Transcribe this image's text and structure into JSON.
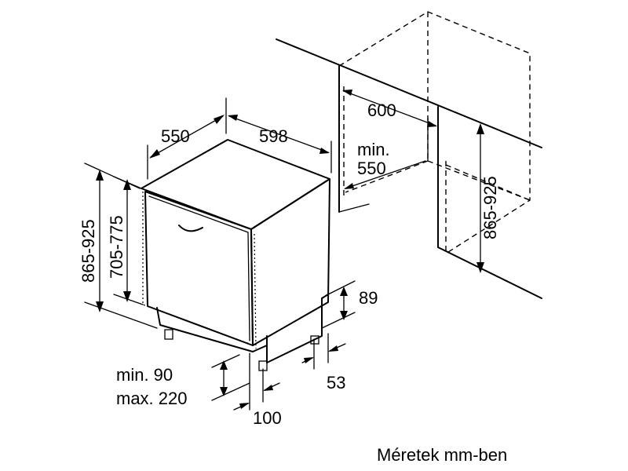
{
  "dimensions": {
    "width_box": "550",
    "depth_box": "598",
    "niche_width": "600",
    "niche_depth_min_line1": "min.",
    "niche_depth_min_line2": "550",
    "height_total": "865-925",
    "height_door": "705-775",
    "niche_height": "865-925",
    "plinth": "89",
    "foot_offset": "53",
    "door_gap_line1": "min. 90",
    "door_gap_line2": "max. 220",
    "door_offset": "100"
  },
  "caption": "Méretek mm-ben"
}
